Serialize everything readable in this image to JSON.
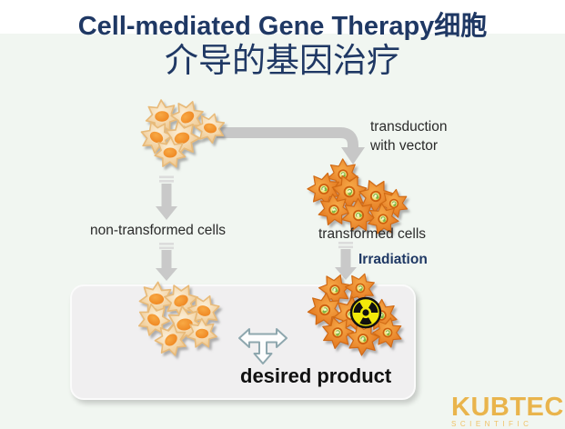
{
  "slide": {
    "title_line1": "Cell-mediated Gene Therapy细胞",
    "title_line2": "介导的基因治疗"
  },
  "diagram": {
    "transduction_label_line1": "transduction",
    "transduction_label_line2": "with vector",
    "non_transformed_label": "non-transformed cells",
    "transformed_label": "transformed cells",
    "irradiation_label": "Irradiation",
    "desired_product_label": "desired product",
    "nodes": [
      {
        "id": "source-cells",
        "icon": "cell-cluster-light"
      },
      {
        "id": "non-transformed-cells",
        "icon": "cell-cluster-light"
      },
      {
        "id": "transformed-cells",
        "icon": "cell-cluster-transformed"
      },
      {
        "id": "product-non-transformed",
        "icon": "cell-cluster-light"
      },
      {
        "id": "product-irradiated",
        "icon": "cell-cluster-transformed-radiation"
      }
    ]
  },
  "logo": {
    "brand": "KUBTEC",
    "tagline": "SCIENTIFIC"
  },
  "colors": {
    "title_navy": "#1f3864",
    "label_dark": "#2a2a2a",
    "slide_tint": "#f1f6f1",
    "box_fill": "#f0eff0",
    "arrow_gray": "#c7c7c7",
    "arrow_dash_gray": "#dcdcdc",
    "cell_light_fill": "#f3d6a4",
    "cell_light_stroke": "#e8ba79",
    "nucleus_orange": "#ee841f",
    "cell_dark_fill": "#e8761d",
    "cell_dark_stroke": "#d06a12",
    "vector_green": "#79b143",
    "radiation_yellow": "#f2ea0a",
    "three_way_arrow_stroke": "#8ea7ae",
    "logo_gold": "#e9b44c"
  }
}
